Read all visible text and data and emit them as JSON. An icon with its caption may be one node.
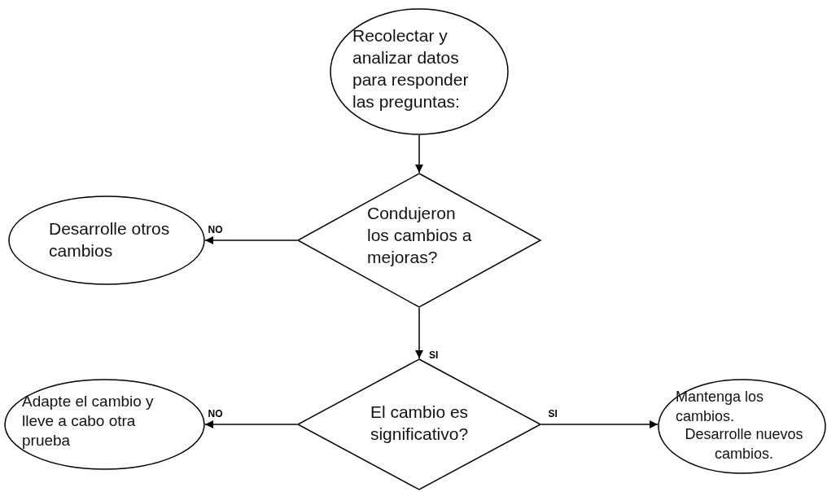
{
  "diagram": {
    "nodes": [
      {
        "text": [
          "Recolectar y analizar datos para responder las preguntas:"
        ]
      },
      {
        "text": [
          "Condujeron los cambios a mejoras?"
        ]
      },
      {
        "text": [
          "Desarrolle otros cambios"
        ]
      },
      {
        "text": [
          "El cambio es significativo?"
        ]
      },
      {
        "text": [
          "Adapte el cambio y lleve a cabo otra prueba"
        ]
      },
      {
        "text": [
          "Mantenga los cambios.",
          "Desarrolle nuevos cambios."
        ]
      }
    ],
    "edges": [
      {
        "from": 0,
        "to": 1,
        "arrow": "to"
      },
      {
        "from": 1,
        "to": 2,
        "arrow": "to",
        "label": "NO"
      },
      {
        "from": 1,
        "to": 3,
        "arrow": "to",
        "label": "SI"
      },
      {
        "from": 3,
        "to": 4,
        "arrow": "to",
        "label": "NO"
      },
      {
        "from": 3,
        "to": 5,
        "arrow": "to",
        "label": "SI"
      }
    ]
  }
}
